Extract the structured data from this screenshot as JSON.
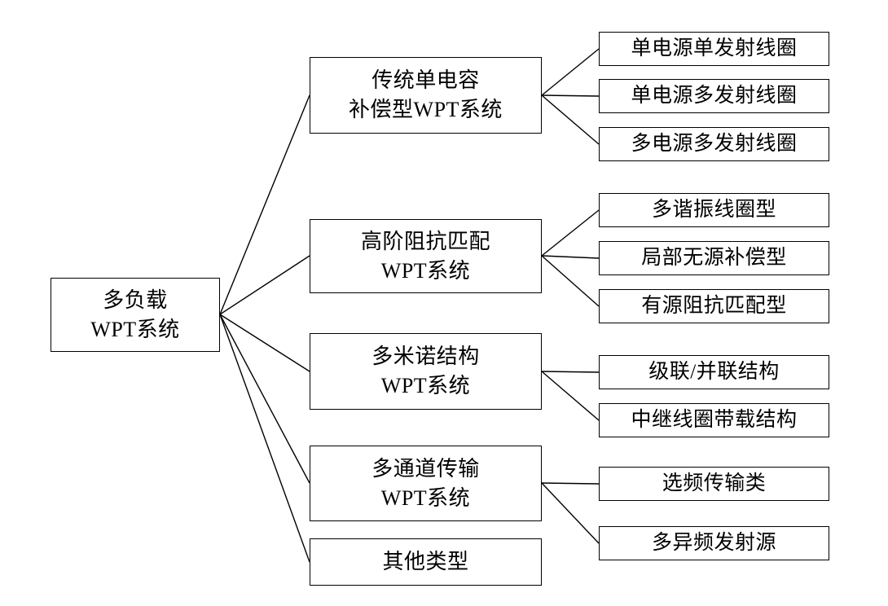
{
  "root": {
    "lines": [
      "多负载",
      "WPT系统"
    ]
  },
  "branches": [
    {
      "lines": [
        "传统单电容",
        "补偿型WPT系统"
      ],
      "children": [
        "单电源单发射线圈",
        "单电源多发射线圈",
        "多电源多发射线圈"
      ]
    },
    {
      "lines": [
        "高阶阻抗匹配",
        "WPT系统"
      ],
      "children": [
        "多谐振线圈型",
        "局部无源补偿型",
        "有源阻抗匹配型"
      ]
    },
    {
      "lines": [
        "多米诺结构",
        "WPT系统"
      ],
      "children": [
        "级联/并联结构",
        "中继线圈带载结构"
      ]
    },
    {
      "lines": [
        "多通道传输",
        "WPT系统"
      ],
      "children": [
        "选频传输类",
        "多异频发射源"
      ]
    },
    {
      "lines": [
        "其他类型"
      ],
      "children": []
    }
  ],
  "line_color": "#000000"
}
